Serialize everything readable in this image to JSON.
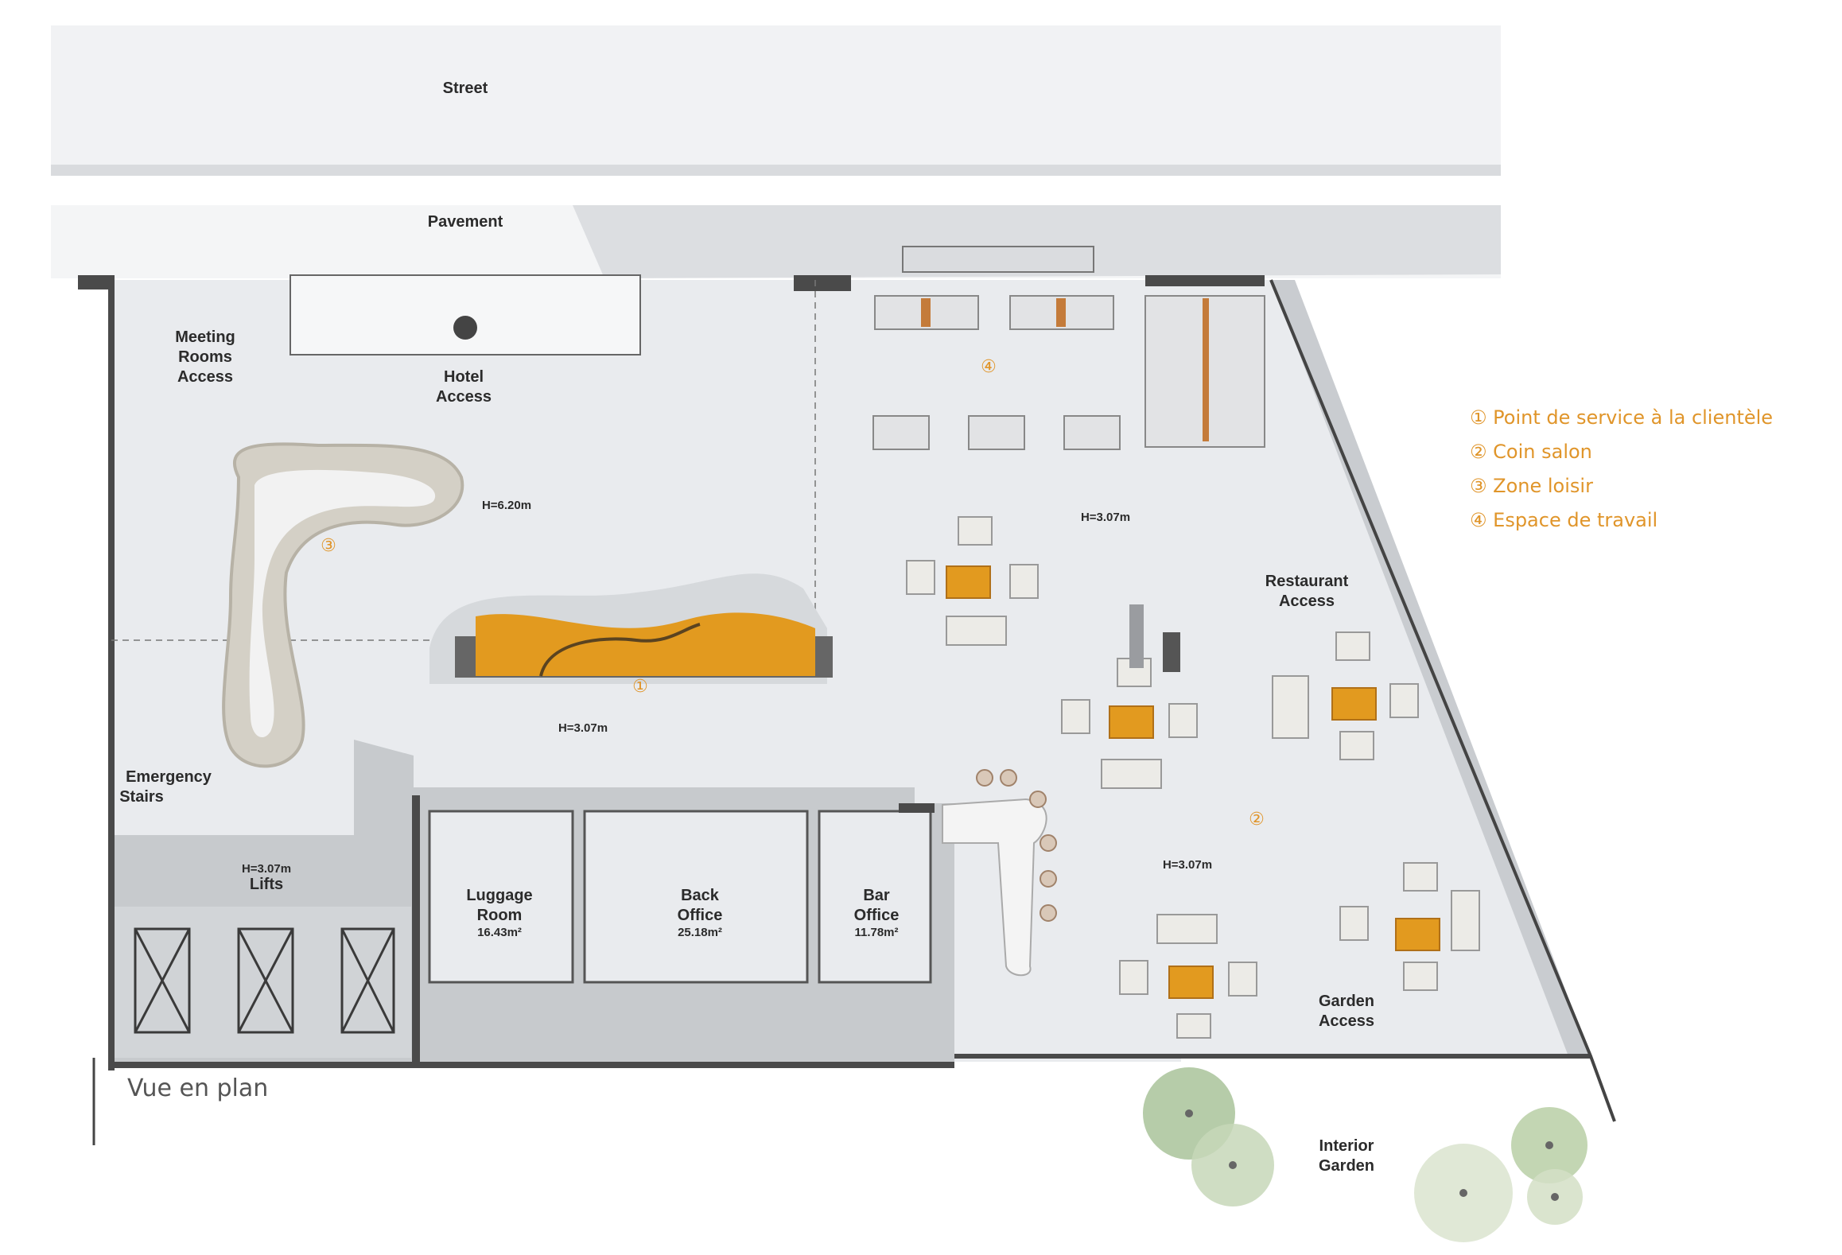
{
  "plan": {
    "labels": {
      "street": "Street",
      "pavement": "Pavement",
      "meeting_rooms": [
        "Meeting",
        "Rooms",
        "Access"
      ],
      "hotel_access": [
        "Hotel",
        "Access"
      ],
      "emergency_stairs": [
        "Emergency",
        "Stairs"
      ],
      "lifts": [
        "H=3.07m",
        "Lifts"
      ],
      "luggage_room": [
        "Luggage",
        "Room",
        "16.43m²"
      ],
      "back_office": [
        "Back",
        "Office",
        "25.18m²"
      ],
      "bar_office": [
        "Bar",
        "Office",
        "11.78m²"
      ],
      "restaurant_access": [
        "Restaurant",
        "Access"
      ],
      "garden_access": [
        "Garden",
        "Access"
      ],
      "interior_garden": [
        "Interior",
        "Garden"
      ]
    },
    "heights": {
      "lounge_loop": "H=6.20m",
      "reception": "H=3.07m",
      "work_area": "H=3.07m",
      "lounge_area": "H=3.07m"
    },
    "zone_markers": {
      "reception": "①",
      "lounge": "②",
      "leisure": "③",
      "workspace": "④"
    },
    "caption": "Vue en plan"
  },
  "legend": {
    "items": [
      {
        "marker": "①",
        "text": "Point de service à la clientèle"
      },
      {
        "marker": "②",
        "text": "Coin salon"
      },
      {
        "marker": "③",
        "text": "Zone loisir"
      },
      {
        "marker": "④",
        "text": "Espace de travail"
      }
    ]
  },
  "colors": {
    "accent": "#e0952a",
    "floor": "#e9ebee",
    "wall": "#4a4a4a",
    "shadow": "#c9ccd0"
  }
}
